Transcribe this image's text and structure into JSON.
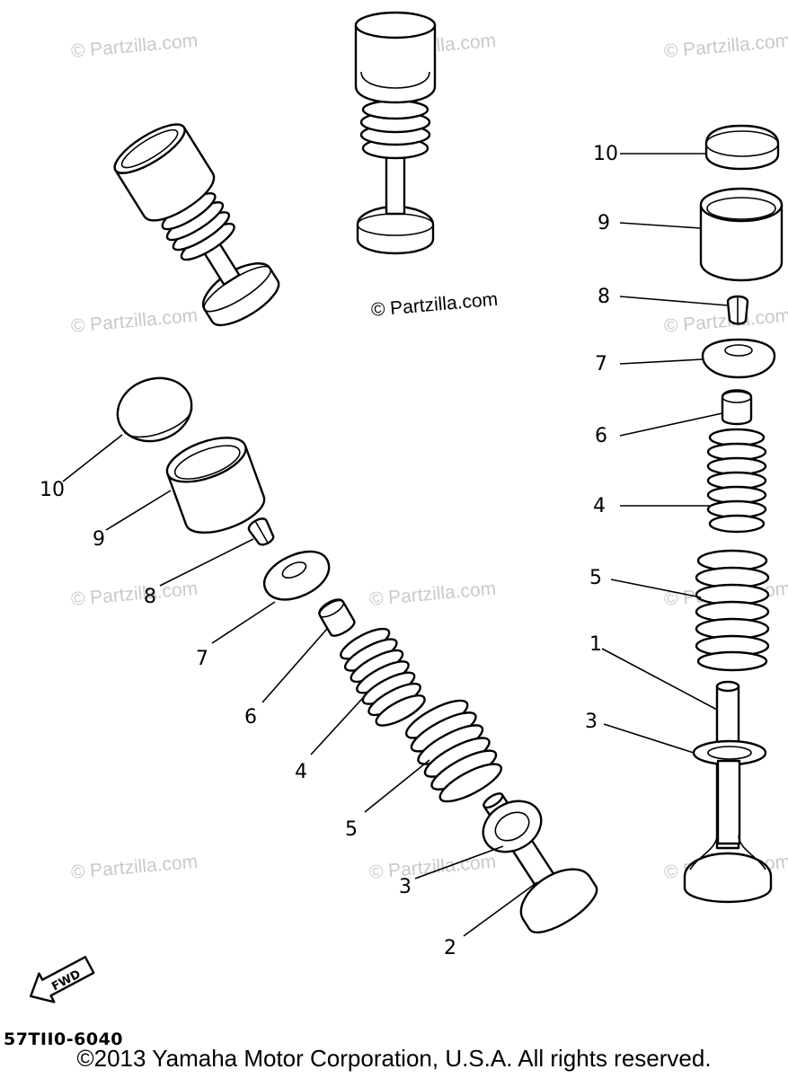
{
  "watermark": {
    "text": "© Partzilla.com"
  },
  "credit": "© Partzilla.com",
  "diagram_code": "57TII0-6040",
  "fwd_label": "FWD",
  "footer": "©2013 Yamaha Motor Corporation, U.S.A. All rights reserved.",
  "callouts": {
    "right": [
      "10",
      "9",
      "8",
      "7",
      "6",
      "4",
      "5",
      "1",
      "3"
    ],
    "left": [
      "10",
      "9",
      "8",
      "7",
      "6",
      "4",
      "5",
      "3",
      "2"
    ]
  }
}
